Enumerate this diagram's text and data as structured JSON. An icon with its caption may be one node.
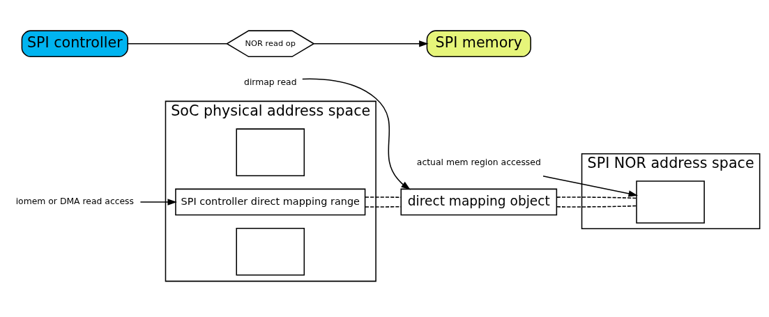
{
  "diagram": {
    "nodes": [
      {
        "text": [
          "SoC physical address space"
        ]
      },
      {
        "text": [],
        "shape": "box",
        "in": 0
      },
      {
        "text": [
          "SPI controller direct mapping range"
        ],
        "in": 0
      },
      {
        "text": [],
        "shape": "box",
        "in": 0
      },
      {
        "text": [
          "SPI controller"
        ]
      },
      {
        "text": [
          "NOR read op"
        ]
      },
      {
        "text": [
          "SPI memory"
        ]
      },
      {
        "text": [
          "SPI NOR address space"
        ]
      },
      {
        "text": [],
        "shape": "box",
        "in": 7
      },
      {
        "text": [
          "direct mapping object"
        ]
      },
      {
        "text": [
          "iomem or DMA read access"
        ]
      },
      {
        "text": [
          "actual mem region accessed"
        ]
      },
      {
        "text": [
          "dirmap read"
        ]
      }
    ],
    "edges": [
      {
        "from": 4,
        "to": 5,
        "arrow": "none"
      },
      {
        "from": 5,
        "to": 6,
        "arrow": "to"
      },
      {
        "from": 10,
        "to": 2,
        "arrow": "to"
      },
      {
        "from": 11,
        "to": 8,
        "arrow": "to"
      },
      {
        "from": 12,
        "to": 9,
        "arrow": "to"
      },
      {
        "from": 2,
        "to": 9,
        "arrow": "none",
        "style": "dashed"
      },
      {
        "from": 2,
        "to": 9,
        "arrow": "none",
        "style": "dashed"
      },
      {
        "from": 9,
        "to": 8,
        "arrow": "none",
        "style": "dashed"
      },
      {
        "from": 9,
        "to": 8,
        "arrow": "none",
        "style": "dashed"
      }
    ]
  }
}
